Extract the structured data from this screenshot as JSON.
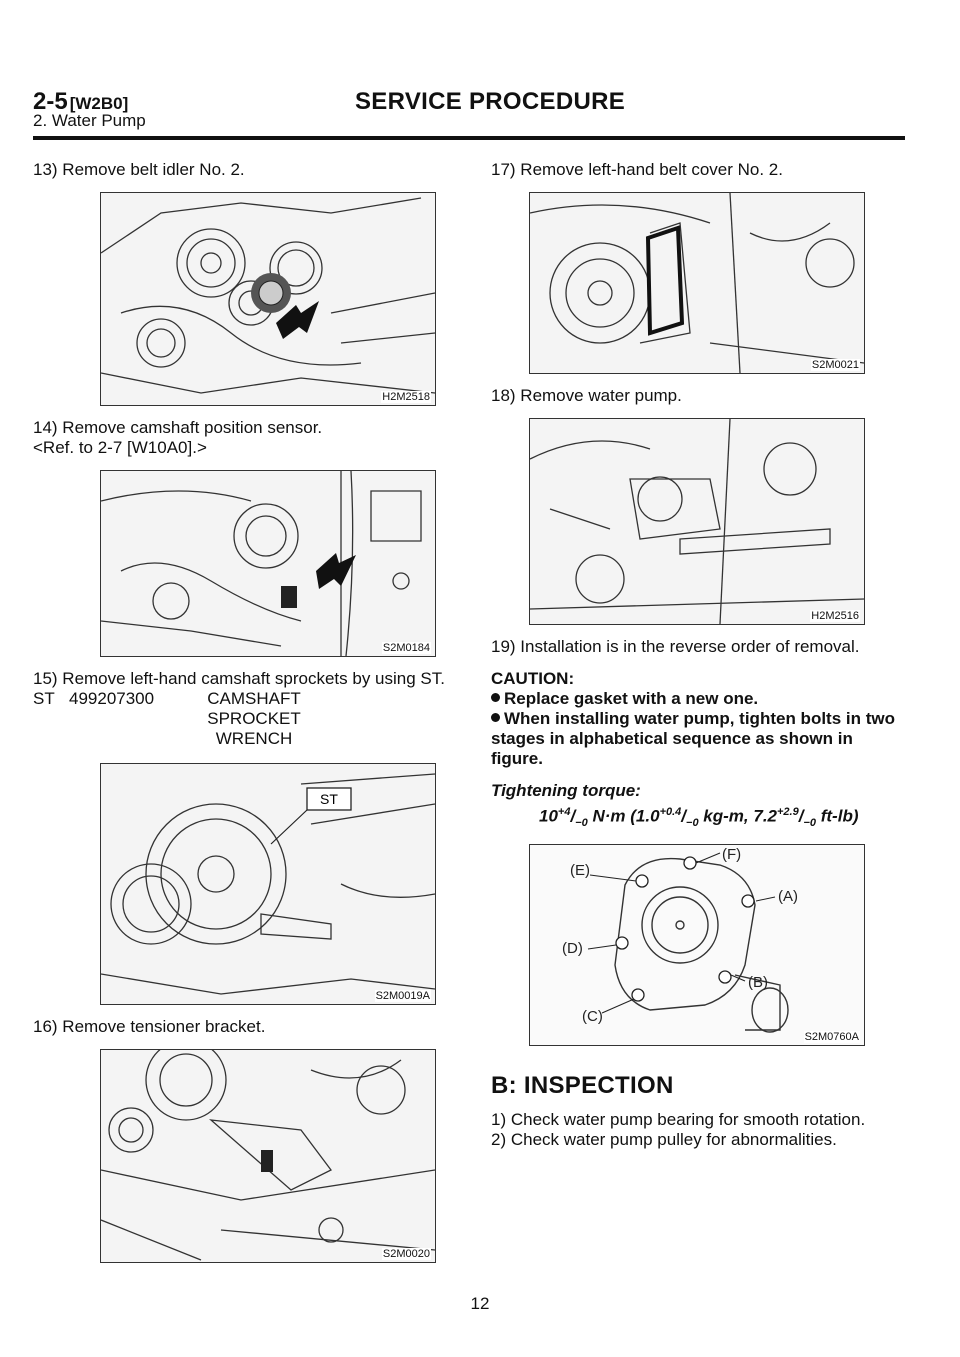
{
  "header": {
    "section": "2-5",
    "ref": "[W2B0]",
    "title": "SERVICE PROCEDURE",
    "subtitle": "2. Water Pump"
  },
  "left": {
    "step13": "13) Remove belt idler No. 2.",
    "fig13_id": "H2M2518",
    "step14_line1": "14) Remove camshaft position sensor.",
    "step14_line2": "<Ref. to 2-7 [W10A0].>",
    "fig14_id": "S2M0184",
    "step15": "15) Remove left-hand camshaft sprockets by using ST.",
    "st_key": "ST",
    "st_number": "499207300",
    "st_name_line1": "CAMSHAFT SPROCKET",
    "st_name_line2": "WRENCH",
    "fig15_id": "S2M0019A",
    "fig15_label": "ST",
    "step16": "16) Remove tensioner bracket.",
    "fig16_id": "S2M0020"
  },
  "right": {
    "step17": "17) Remove left-hand belt cover No. 2.",
    "fig17_id": "S2M0021",
    "step18": "18) Remove water pump.",
    "fig18_id": "H2M2516",
    "step19": "19) Installation is in the reverse order of removal.",
    "caution_head": "CAUTION:",
    "caution_1": "Replace gasket with a new one.",
    "caution_2": "When installing water pump, tighten bolts in two stages in alphabetical sequence as shown in figure.",
    "torque_head": "Tightening torque:",
    "torque": {
      "a": "10",
      "a_sup": "+4",
      "a_sub": "−0",
      "a_unit": "N·m (1.0",
      "b_sup": "+0.4",
      "b_sub": "−0",
      "b_unit": "kg-m, 7.2",
      "c_sup": "+2.9",
      "c_sub": "−0",
      "c_unit": "ft-lb)"
    },
    "fig19_id": "S2M0760A",
    "bolt_labels": [
      "(E)",
      "(F)",
      "(A)",
      "(D)",
      "(B)",
      "(C)"
    ],
    "section_title": "B: INSPECTION",
    "insp_1": "1) Check water pump bearing for smooth rotation.",
    "insp_2": "2) Check water pump pulley for abnormalities."
  },
  "page_number": "12"
}
